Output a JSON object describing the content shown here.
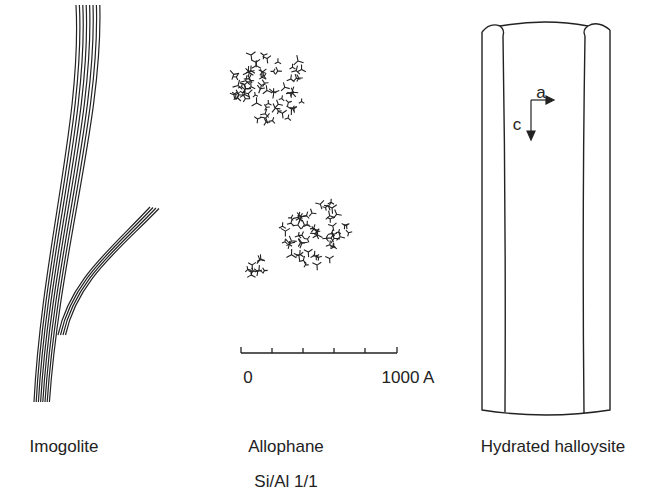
{
  "diagram": {
    "labels": [
      "a",
      "c",
      "0",
      "1000 A",
      "Imogolite",
      "Allophane",
      "Si/Al 1/1",
      "Hydrated halloysite"
    ]
  }
}
